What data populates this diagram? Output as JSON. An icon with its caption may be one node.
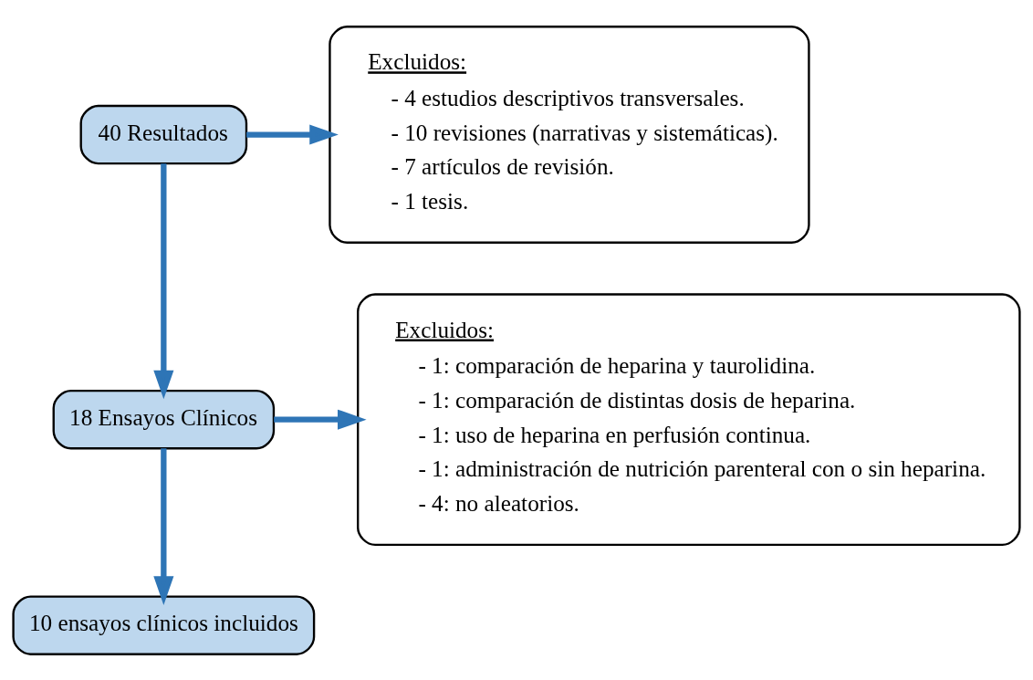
{
  "diagram": {
    "nodes": [
      {
        "text": [
          "40 Resultados"
        ]
      },
      {
        "text": [
          "Excluidos:",
          "- 4 estudios descriptivos transversales.",
          "- 10 revisiones (narrativas y sistemáticas).",
          "- 7 artículos de revisión.",
          "- 1 tesis."
        ]
      },
      {
        "text": [
          "18 Ensayos Clínicos"
        ]
      },
      {
        "text": [
          "Excluidos:",
          "- 1: comparación de heparina y taurolidina.",
          "- 1: comparación de distintas dosis de heparina.",
          "- 1: uso de heparina en perfusión continua.",
          "- 1: administración de nutrición parenteral con o sin heparina.",
          "- 4: no aleatorios."
        ]
      },
      {
        "text": [
          "10 ensayos clínicos incluidos"
        ]
      }
    ],
    "edges": [
      {
        "from": 0,
        "to": 1,
        "arrow": "to"
      },
      {
        "from": 0,
        "to": 2,
        "arrow": "to"
      },
      {
        "from": 2,
        "to": 3,
        "arrow": "to"
      },
      {
        "from": 2,
        "to": 4,
        "arrow": "to"
      }
    ]
  }
}
